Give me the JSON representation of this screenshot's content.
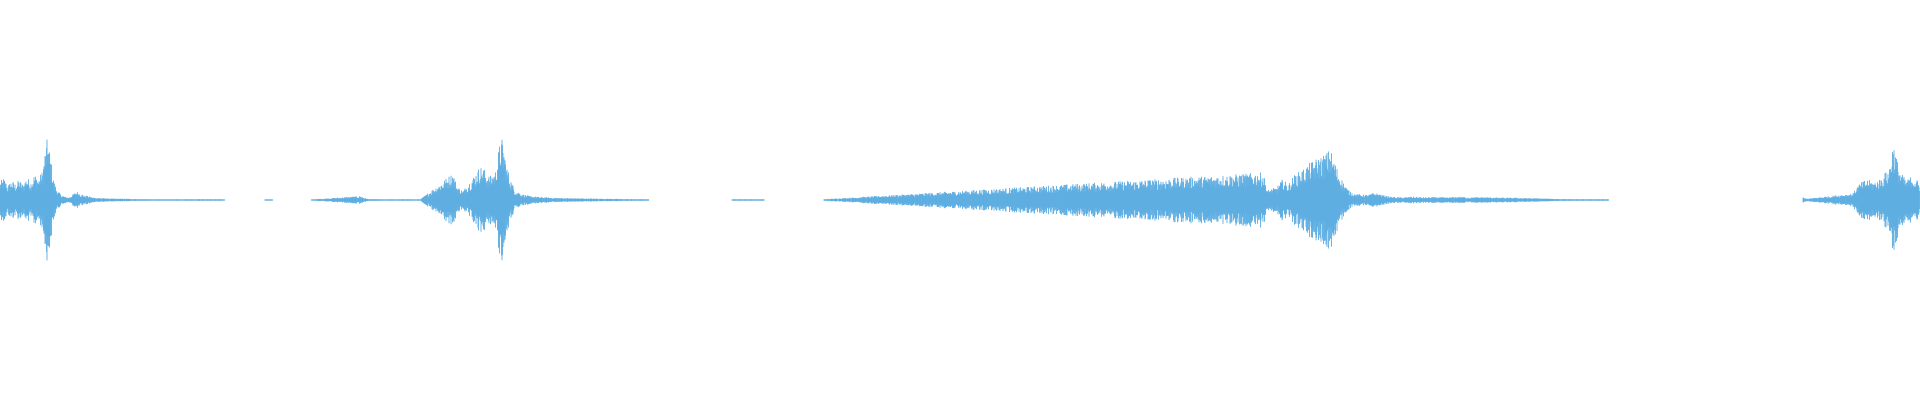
{
  "waveform": {
    "color": "#5dade2",
    "background": "#ffffff",
    "samples": [
      [
        0,
        0.28
      ],
      [
        0.002,
        0.34
      ],
      [
        0.004,
        0.22
      ],
      [
        0.006,
        0.3
      ],
      [
        0.008,
        0.25
      ],
      [
        0.01,
        0.31
      ],
      [
        0.012,
        0.24
      ],
      [
        0.014,
        0.36
      ],
      [
        0.016,
        0.28
      ],
      [
        0.018,
        0.4
      ],
      [
        0.02,
        0.33
      ],
      [
        0.022,
        0.44
      ],
      [
        0.024,
        0.86
      ],
      [
        0.025,
        0.98
      ],
      [
        0.026,
        0.72
      ],
      [
        0.027,
        0.52
      ],
      [
        0.028,
        0.3
      ],
      [
        0.03,
        0.14
      ],
      [
        0.032,
        0.08
      ],
      [
        0.034,
        0.05
      ],
      [
        0.036,
        0.04
      ],
      [
        0.038,
        0.09
      ],
      [
        0.04,
        0.13
      ],
      [
        0.042,
        0.1
      ],
      [
        0.044,
        0.07
      ],
      [
        0.046,
        0.06
      ],
      [
        0.048,
        0.04
      ],
      [
        0.05,
        0.035
      ],
      [
        0.053,
        0.03
      ],
      [
        0.056,
        0.025
      ],
      [
        0.06,
        0.02
      ],
      [
        0.064,
        0.02
      ],
      [
        0.068,
        0.018
      ],
      [
        0.072,
        0.015
      ],
      [
        0.076,
        0.012
      ],
      [
        0.08,
        0.01
      ],
      [
        0.098,
        0.012
      ],
      [
        0.104,
        0.014
      ],
      [
        0.11,
        0.012
      ],
      [
        0.117,
        0.01
      ],
      [
        0.138,
        0.01
      ],
      [
        0.142,
        0.009
      ],
      [
        0.162,
        0.008
      ],
      [
        0.188,
        0.06
      ],
      [
        0.19,
        0.03
      ],
      [
        0.192,
        0.015
      ],
      [
        0.2,
        0.01
      ],
      [
        0.21,
        0.012
      ],
      [
        0.216,
        0.01
      ],
      [
        0.219,
        0.012
      ],
      [
        0.236,
        0.42
      ],
      [
        0.238,
        0.22
      ],
      [
        0.241,
        0.14
      ],
      [
        0.244,
        0.26
      ],
      [
        0.247,
        0.38
      ],
      [
        0.25,
        0.52
      ],
      [
        0.252,
        0.48
      ],
      [
        0.255,
        0.36
      ],
      [
        0.258,
        0.44
      ],
      [
        0.26,
        0.82
      ],
      [
        0.261,
        0.98
      ],
      [
        0.262,
        0.88
      ],
      [
        0.264,
        0.52
      ],
      [
        0.266,
        0.32
      ],
      [
        0.268,
        0.16
      ],
      [
        0.272,
        0.09
      ],
      [
        0.276,
        0.06
      ],
      [
        0.282,
        0.045
      ],
      [
        0.288,
        0.035
      ],
      [
        0.295,
        0.03
      ],
      [
        0.305,
        0.025
      ],
      [
        0.315,
        0.02
      ],
      [
        0.325,
        0.015
      ],
      [
        0.335,
        0.012
      ],
      [
        0.338,
        0.012
      ],
      [
        0.381,
        0.01
      ],
      [
        0.383,
        0.012
      ],
      [
        0.391,
        0.012
      ],
      [
        0.398,
        0.012
      ],
      [
        0.429,
        0.012
      ],
      [
        0.658,
        0.42
      ],
      [
        0.66,
        0.15
      ],
      [
        0.665,
        0.2
      ],
      [
        0.668,
        0.32
      ],
      [
        0.671,
        0.24
      ],
      [
        0.674,
        0.38
      ],
      [
        0.678,
        0.46
      ],
      [
        0.682,
        0.56
      ],
      [
        0.686,
        0.64
      ],
      [
        0.69,
        0.7
      ],
      [
        0.693,
        0.78
      ],
      [
        0.695,
        0.6
      ],
      [
        0.698,
        0.36
      ],
      [
        0.702,
        0.16
      ],
      [
        0.706,
        0.09
      ],
      [
        0.712,
        0.08
      ],
      [
        0.716,
        0.11
      ],
      [
        0.72,
        0.08
      ],
      [
        0.724,
        0.05
      ],
      [
        0.73,
        0.04
      ],
      [
        0.736,
        0.05
      ],
      [
        0.742,
        0.04
      ],
      [
        0.748,
        0.045
      ],
      [
        0.754,
        0.04
      ],
      [
        0.76,
        0.05
      ],
      [
        0.766,
        0.04
      ],
      [
        0.772,
        0.045
      ],
      [
        0.778,
        0.04
      ],
      [
        0.784,
        0.035
      ],
      [
        0.79,
        0.035
      ],
      [
        0.796,
        0.03
      ],
      [
        0.802,
        0.025
      ],
      [
        0.808,
        0.02
      ],
      [
        0.814,
        0.015
      ],
      [
        0.82,
        0.012
      ],
      [
        0.826,
        0.012
      ],
      [
        0.838,
        0.012
      ],
      [
        0.939,
        0.04
      ],
      [
        0.941,
        0.02
      ],
      [
        0.965,
        0.1
      ],
      [
        0.968,
        0.24
      ],
      [
        0.972,
        0.32
      ],
      [
        0.976,
        0.28
      ],
      [
        0.98,
        0.34
      ],
      [
        0.984,
        0.5
      ],
      [
        0.986,
        0.9
      ],
      [
        0.988,
        0.62
      ],
      [
        0.99,
        0.42
      ],
      [
        0.993,
        0.3
      ],
      [
        0.996,
        0.38
      ],
      [
        1.0,
        0.26
      ]
    ]
  }
}
